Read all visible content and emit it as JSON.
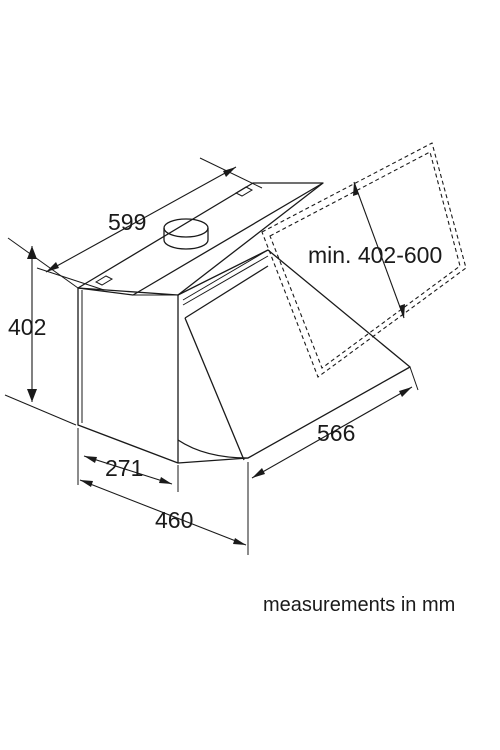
{
  "dimensions": {
    "width": "599",
    "height": "402",
    "depth_front": "271",
    "depth_total": "460",
    "chimney_width": "566",
    "chimney_height": "min. 402-600"
  },
  "caption": "measurements in mm"
}
